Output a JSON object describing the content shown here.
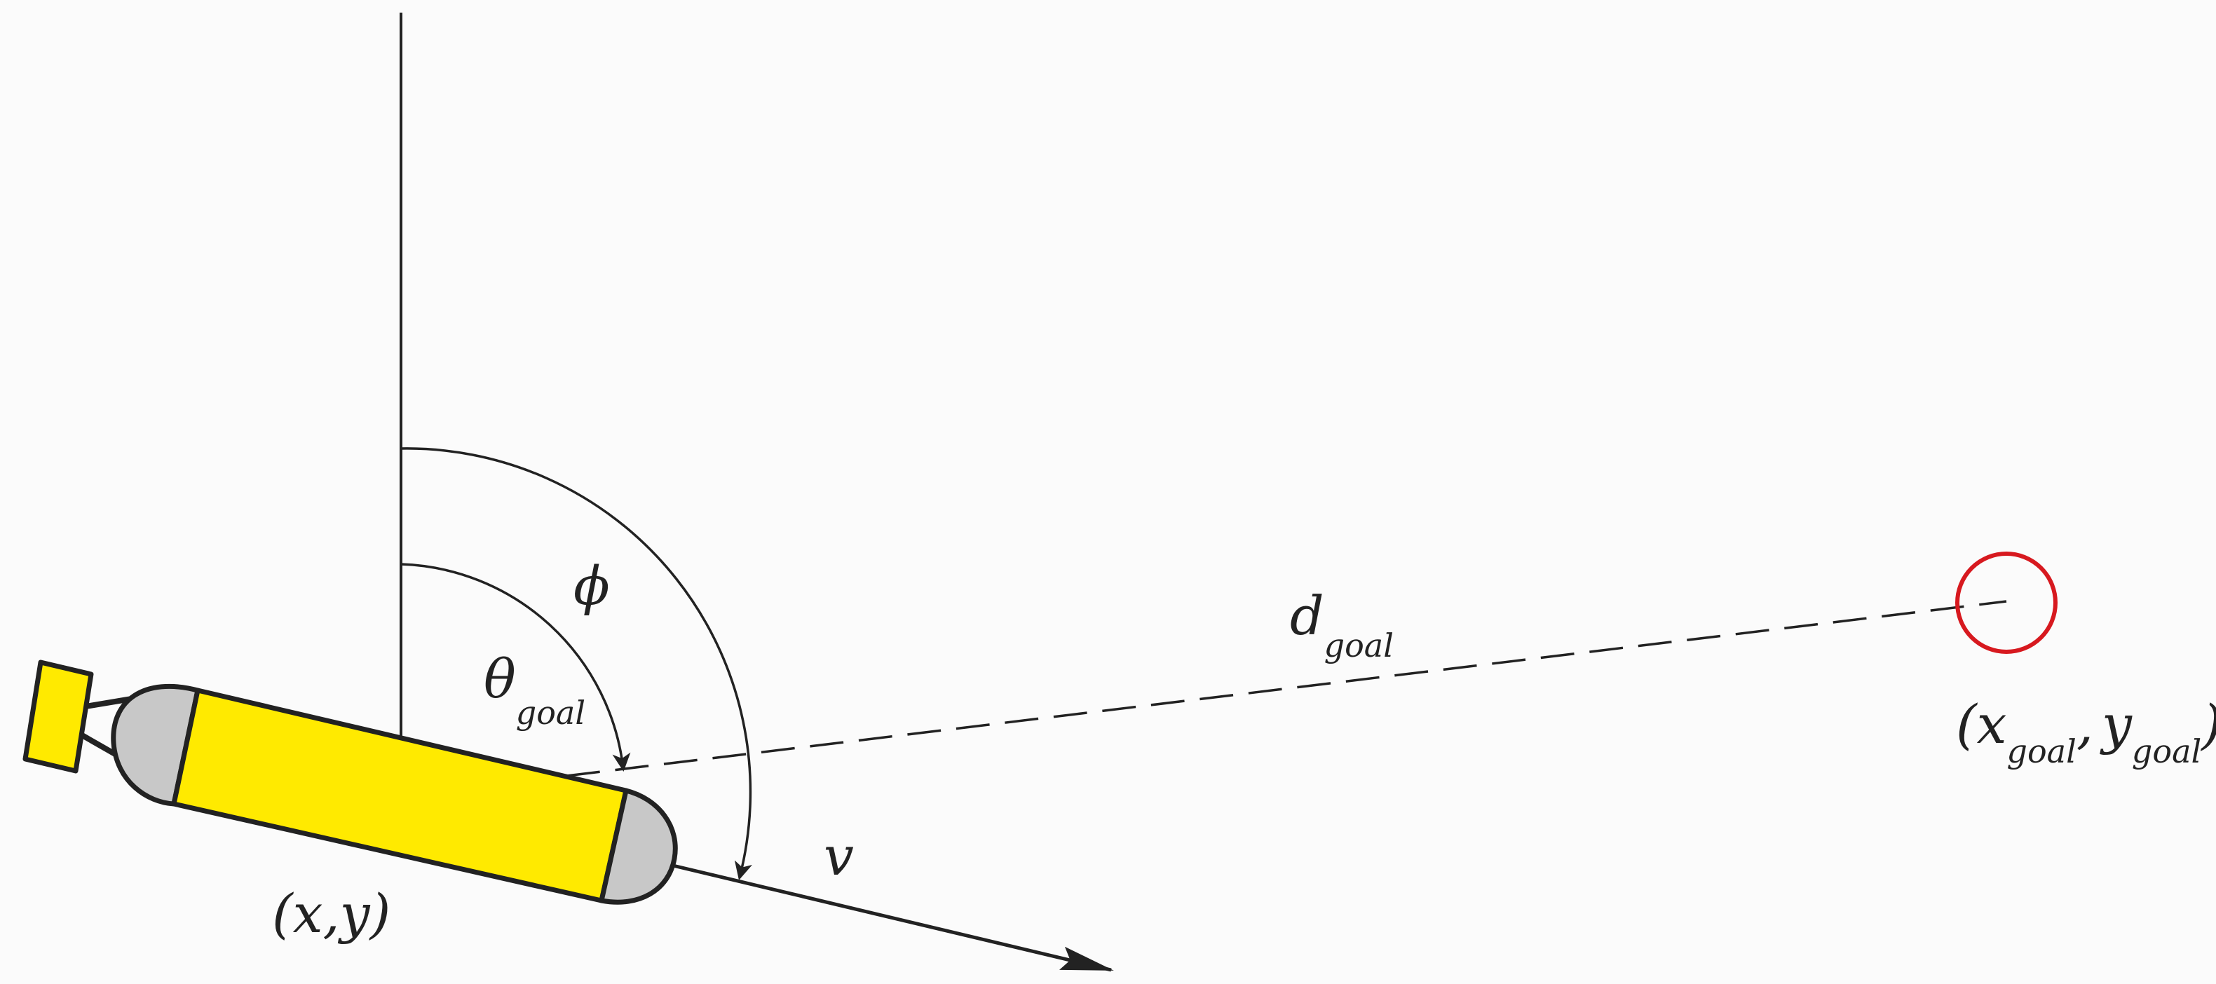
{
  "labels": {
    "phi": "ϕ",
    "theta_main": "θ",
    "theta_sub": "goal",
    "d_main": "d",
    "d_sub": "goal",
    "v": "v",
    "robot_position": "(x,y)",
    "goal_open": "(",
    "goal_x": "x",
    "goal_x_sub": "goal",
    "goal_comma": ",",
    "goal_y": "y",
    "goal_y_sub": "goal",
    "goal_close": ")"
  },
  "colors": {
    "background": "#fbfbfb",
    "stroke": "#222222",
    "robot_body": "#ffea00",
    "robot_caps": "#c8c8c8",
    "goal": "#d7191f"
  }
}
